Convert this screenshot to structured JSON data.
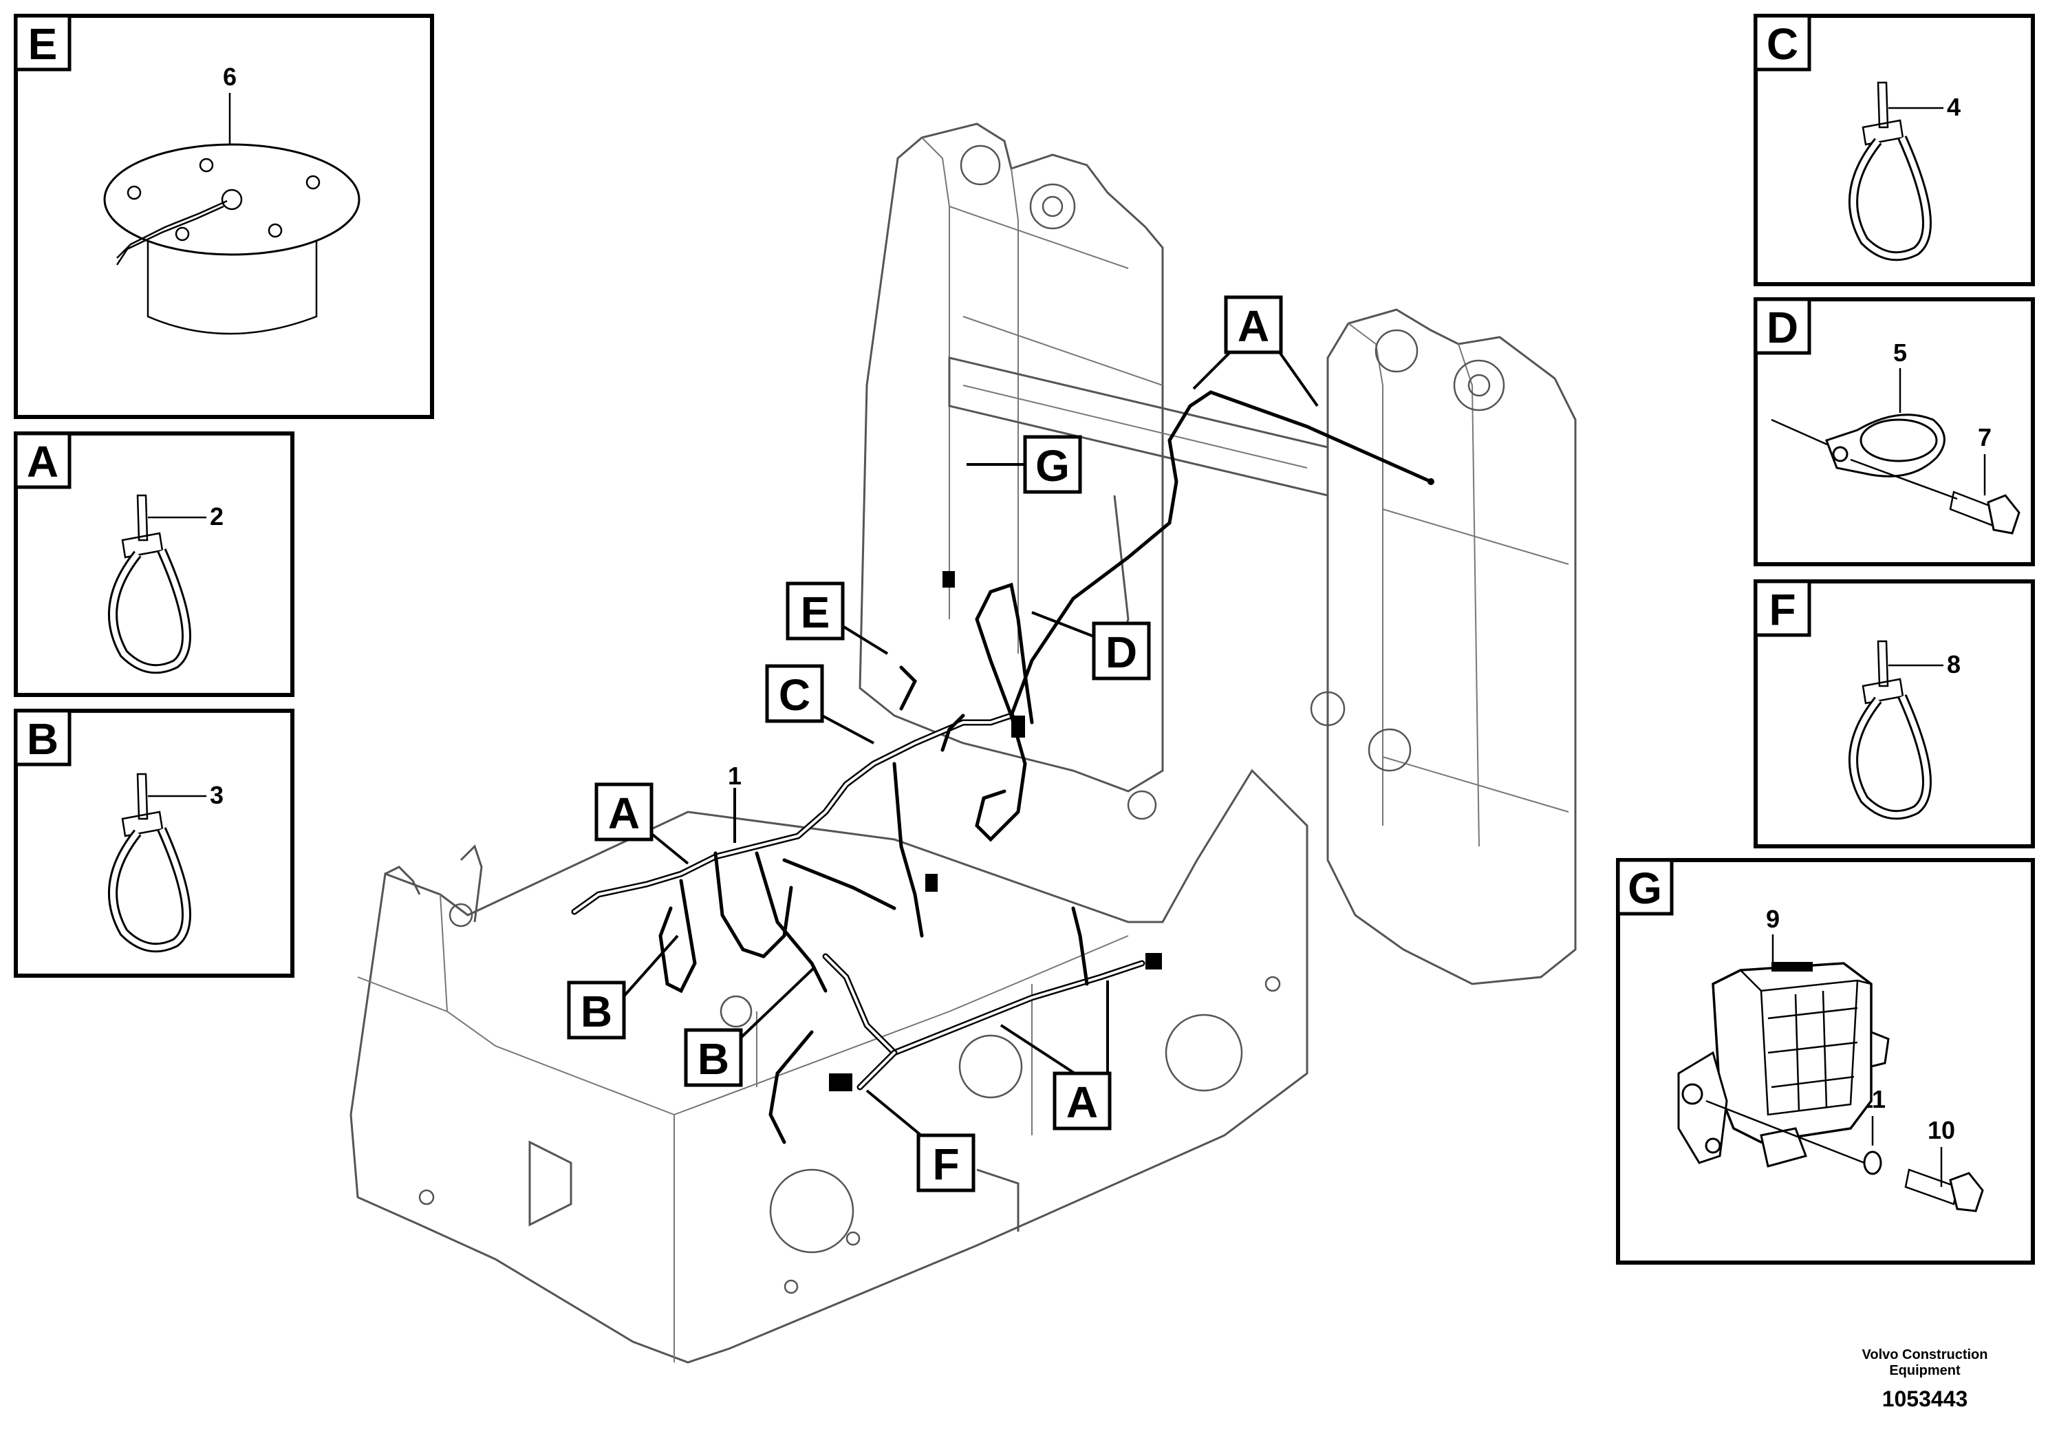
{
  "detail_panels": {
    "E": {
      "letter": "E",
      "part": "6",
      "part_icon": "sensor-housing-icon"
    },
    "A": {
      "letter": "A",
      "part": "2",
      "part_icon": "cable-tie-icon"
    },
    "B": {
      "letter": "B",
      "part": "3",
      "part_icon": "cable-tie-icon"
    },
    "C": {
      "letter": "C",
      "part": "4",
      "part_icon": "cable-tie-icon"
    },
    "D": {
      "letter": "D",
      "part_clamp": "5",
      "part_bolt": "7",
      "part_icon": "clamp-icon"
    },
    "F": {
      "letter": "F",
      "part": "8",
      "part_icon": "cable-tie-icon"
    },
    "G": {
      "letter": "G",
      "part_unit": "9",
      "part_washer": "11",
      "part_bolt": "10",
      "part_icon": "control-unit-icon"
    }
  },
  "main_callouts": {
    "a_top": "A",
    "g": "G",
    "e": "E",
    "d": "D",
    "c": "C",
    "a_left": "A",
    "b_left": "B",
    "b_mid": "B",
    "a_right": "A",
    "f": "F",
    "part_1": "1"
  },
  "footer": {
    "company_line1": "Volvo Construction",
    "company_line2": "Equipment",
    "drawing_number": "1053443"
  }
}
